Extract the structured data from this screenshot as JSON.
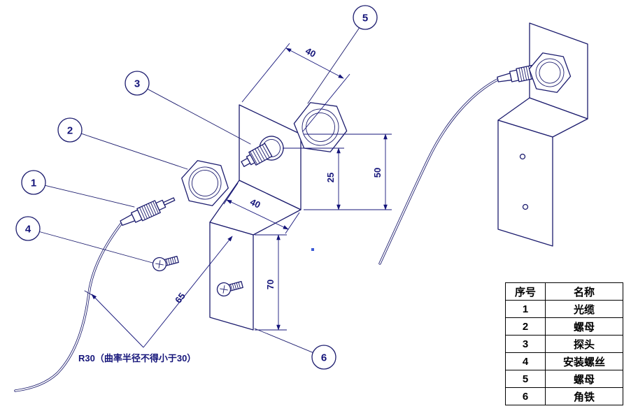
{
  "drawing": {
    "note": "R30（曲率半径不得小于30）",
    "callouts": [
      "1",
      "2",
      "3",
      "4",
      "5",
      "6"
    ],
    "dimensions": {
      "plate_width": "40",
      "plate_height": "50",
      "probe_to_edge": "25",
      "plate_depth": "40",
      "leg_height": "70",
      "diagonal": "65"
    }
  },
  "parts_table": {
    "headers": [
      "序号",
      "名称"
    ],
    "rows": [
      {
        "no": "1",
        "name": "光缆"
      },
      {
        "no": "2",
        "name": "螺母"
      },
      {
        "no": "3",
        "name": "探头"
      },
      {
        "no": "4",
        "name": "安装螺丝"
      },
      {
        "no": "5",
        "name": "螺母"
      },
      {
        "no": "6",
        "name": "角铁"
      }
    ]
  },
  "colors": {
    "line": "#1c1c6e",
    "text": "#15157a",
    "table_text": "#000000",
    "table_border": "#000000"
  }
}
